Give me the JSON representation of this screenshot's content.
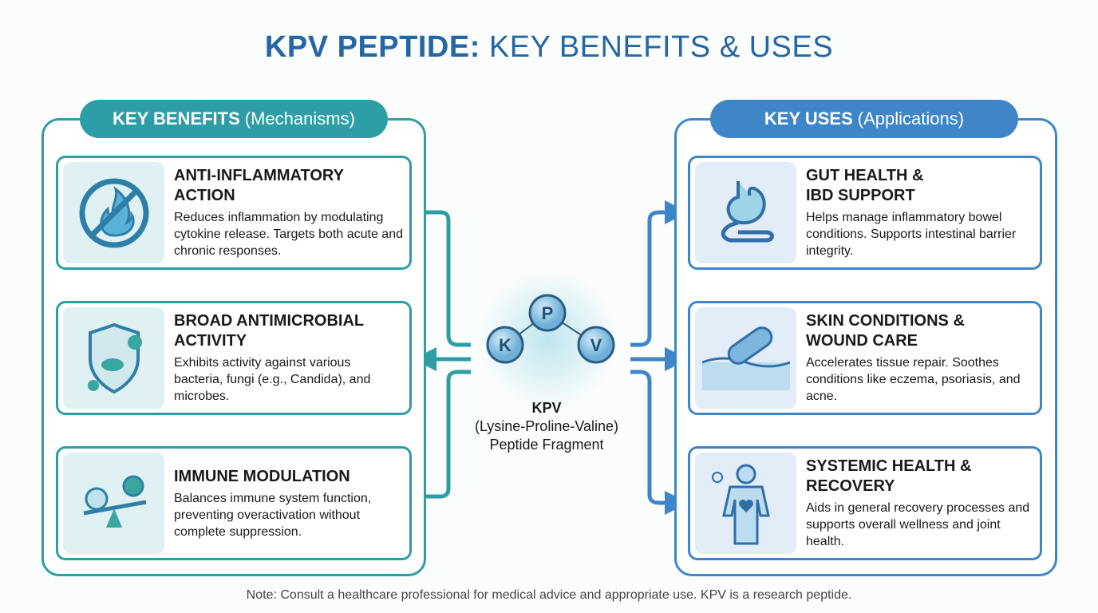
{
  "title": {
    "bold": "KPV PEPTIDE:",
    "rest": "KEY BENEFITS & USES"
  },
  "left": {
    "header_bold": "KEY BENEFITS",
    "header_rest": "(Mechanisms)",
    "cards": [
      {
        "title": "ANTI-INFLAMMATORY\nACTION",
        "desc": "Reduces inflammation by modulating cytokine release. Targets both acute and chronic responses.",
        "icon": "no-fire-icon"
      },
      {
        "title": "BROAD ANTIMICROBIAL\nACTIVITY",
        "desc": "Exhibits activity against various bacteria, fungi (e.g., Candida), and microbes.",
        "icon": "shield-microbe-icon"
      },
      {
        "title": "IMMUNE MODULATION",
        "desc": "Balances immune system function, preventing overactivation without complete suppression.",
        "icon": "balance-scale-icon"
      }
    ]
  },
  "right": {
    "header_bold": "KEY USES",
    "header_rest": "(Applications)",
    "cards": [
      {
        "title": "GUT HEALTH &\nIBD SUPPORT",
        "desc": "Helps manage inflammatory bowel conditions. Supports intestinal barrier integrity.",
        "icon": "stomach-icon"
      },
      {
        "title": "SKIN CONDITIONS &\nWOUND CARE",
        "desc": "Accelerates tissue repair. Soothes conditions like eczema, psoriasis, and acne.",
        "icon": "bandage-skin-icon"
      },
      {
        "title": "SYSTEMIC HEALTH &\nRECOVERY",
        "desc": "Aids in general recovery processes and supports overall wellness and joint health.",
        "icon": "human-body-icon"
      }
    ]
  },
  "center": {
    "atoms": [
      "K",
      "P",
      "V"
    ],
    "name": "KPV",
    "full": "(Lysine-Proline-Valine)",
    "sub": "Peptide Fragment"
  },
  "note": "Note: Consult a healthcare professional for medical advice and appropriate use. KPV is a research peptide.",
  "colors": {
    "teal": "#2e9ea6",
    "blue": "#3f86c8",
    "title": "#2467a6"
  }
}
